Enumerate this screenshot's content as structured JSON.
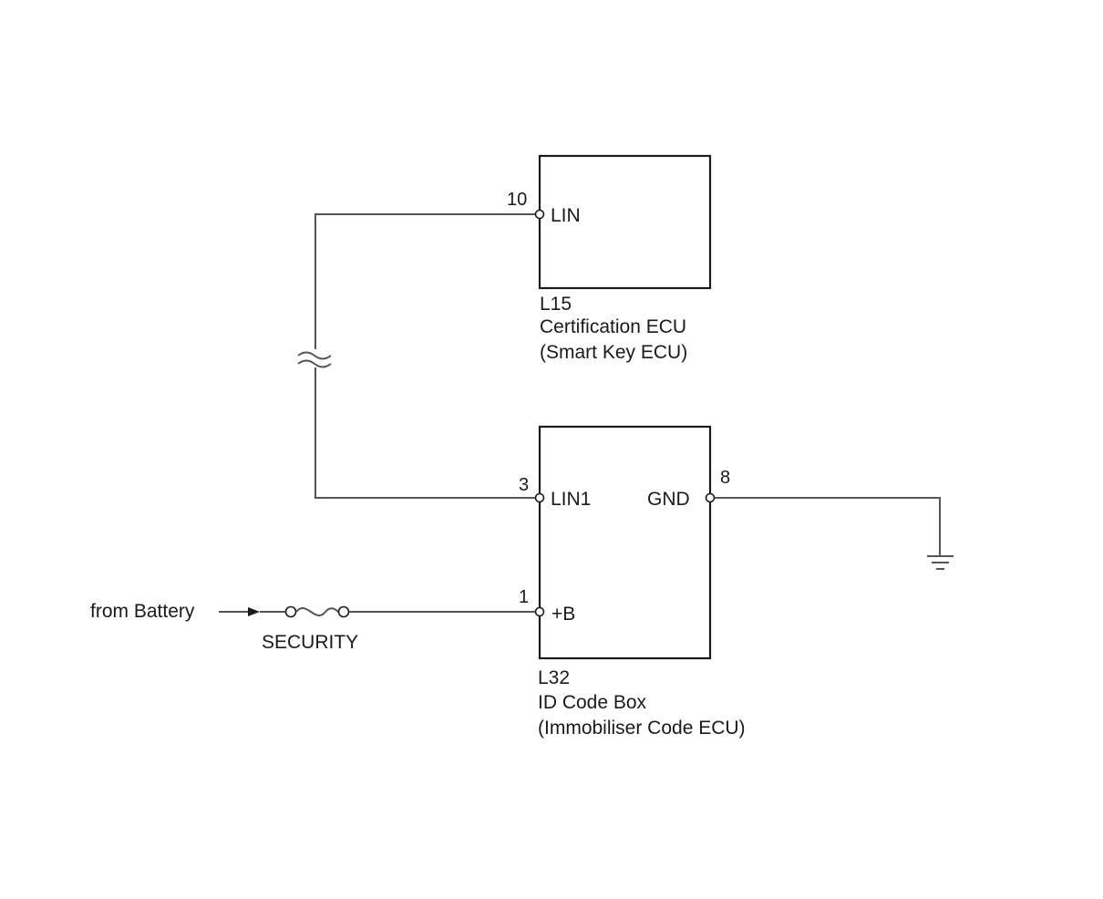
{
  "certification_ecu": {
    "code": "L15",
    "name": "Certification ECU",
    "subname": "(Smart Key ECU)",
    "pin_number": "10",
    "pin_label": "LIN"
  },
  "id_code_box": {
    "code": "L32",
    "name": "ID Code Box",
    "subname": "(Immobiliser Code ECU)",
    "pins": {
      "lin1": {
        "number": "3",
        "label": "LIN1"
      },
      "gnd": {
        "number": "8",
        "label": "GND"
      },
      "plus_b": {
        "number": "1",
        "label": "+B"
      }
    }
  },
  "power": {
    "source_label": "from Battery",
    "fuse_label": "SECURITY"
  }
}
